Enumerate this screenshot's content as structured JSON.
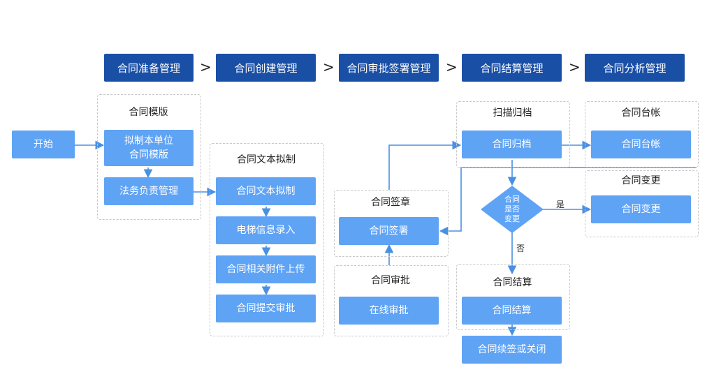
{
  "stages": [
    "合同准备管理",
    "合同创建管理",
    "合同审批签署管理",
    "合同结算管理",
    "合同分析管理"
  ],
  "chevron": ">",
  "start": "开始",
  "groups": {
    "template": "合同模版",
    "text_draft": "合同文本拟制",
    "stamp": "合同签章",
    "approval": "合同审批",
    "archive": "扫描归档",
    "settlement": "合同结算",
    "ledger": "合同台帐",
    "change": "合同变更"
  },
  "boxes": {
    "draft_template": "拟制本单位\n合同模版",
    "legal": "法务负责管理",
    "text_draft": "合同文本拟制",
    "elevator_info": "电梯信息录入",
    "upload_attachments": "合同相关附件上传",
    "submit_approval": "合同提交审批",
    "sign": "合同签署",
    "online_approval": "在线审批",
    "archive": "合同归档",
    "settle": "合同结算",
    "renew_close": "合同续签或关闭",
    "ledger": "合同台帐",
    "change": "合同变更"
  },
  "decision": "合同\n是否\n变更",
  "yes": "是",
  "no": "否"
}
